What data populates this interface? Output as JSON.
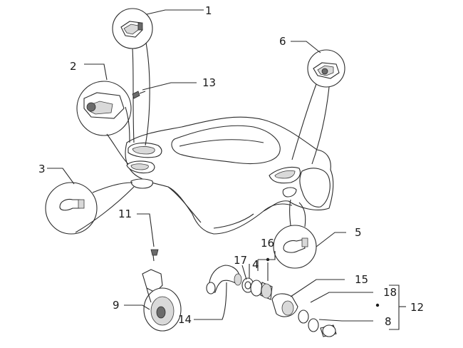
{
  "callouts": {
    "c1": "1",
    "c2": "2",
    "c3": "3",
    "c4": "4",
    "c5": "5",
    "c6": "6",
    "c8": "8",
    "c9": "9",
    "c11": "11",
    "c12": "12",
    "c13": "13",
    "c14": "14",
    "c15": "15",
    "c16": "16",
    "c17": "17",
    "c18": "18"
  },
  "colors": {
    "line": "#2b2b2b",
    "background": "#ffffff"
  }
}
